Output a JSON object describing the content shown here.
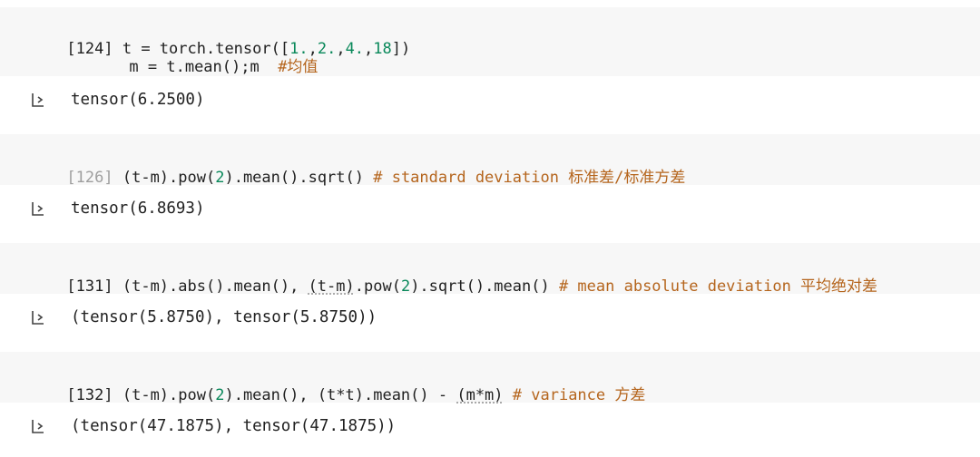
{
  "cells": [
    {
      "exec_count": "[124]",
      "lines": [
        {
          "parts": [
            {
              "t": "t = torch.tensor([",
              "c": "op"
            },
            {
              "t": "1.",
              "c": "num"
            },
            {
              "t": ",",
              "c": "op"
            },
            {
              "t": "2.",
              "c": "num"
            },
            {
              "t": ",",
              "c": "op"
            },
            {
              "t": "4.",
              "c": "num"
            },
            {
              "t": ",",
              "c": "op"
            },
            {
              "t": "18",
              "c": "num"
            },
            {
              "t": "])",
              "c": "op"
            }
          ]
        },
        {
          "parts": [
            {
              "t": "m = t.mean();m  ",
              "c": "op"
            },
            {
              "t": "#均值",
              "c": "cmt"
            }
          ]
        }
      ],
      "output": "tensor(6.2500)"
    },
    {
      "exec_count": "[126]",
      "lines": [
        {
          "parts": [
            {
              "t": "(t-m).pow(",
              "c": "op"
            },
            {
              "t": "2",
              "c": "num"
            },
            {
              "t": ").mean().sqrt() ",
              "c": "op"
            },
            {
              "t": "# standard deviation 标准差/标准方差",
              "c": "cmt"
            }
          ]
        }
      ],
      "output": "tensor(6.8693)"
    },
    {
      "exec_count": "[131]",
      "lines": [
        {
          "parts": [
            {
              "t": "(t-m).abs().mean(), ",
              "c": "op"
            },
            {
              "t": "(t-m)",
              "c": "op u"
            },
            {
              "t": ".pow(",
              "c": "op"
            },
            {
              "t": "2",
              "c": "num"
            },
            {
              "t": ").sqrt().mean() ",
              "c": "op"
            },
            {
              "t": "# mean absolute deviation 平均绝对差",
              "c": "cmt"
            }
          ]
        }
      ],
      "output": "(tensor(5.8750), tensor(5.8750))"
    },
    {
      "exec_count": "[132]",
      "lines": [
        {
          "parts": [
            {
              "t": "(t-m).pow(",
              "c": "op"
            },
            {
              "t": "2",
              "c": "num"
            },
            {
              "t": ").mean(), (t*t).mean() - ",
              "c": "op"
            },
            {
              "t": "(m*m)",
              "c": "op u"
            },
            {
              "t": " ",
              "c": "op"
            },
            {
              "t": "# variance 方差",
              "c": "cmt"
            }
          ]
        }
      ],
      "output": "(tensor(47.1875), tensor(47.1875))"
    }
  ],
  "icons": {
    "output": "output-arrow-icon"
  },
  "colors": {
    "number": "#09885a",
    "comment": "#b5651d",
    "cell_bg": "#f7f7f7"
  }
}
